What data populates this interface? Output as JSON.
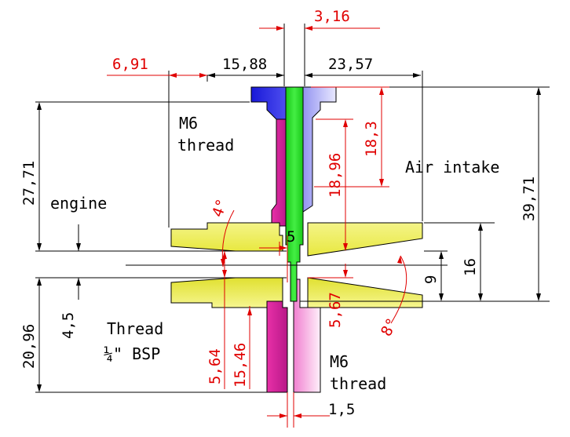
{
  "colors": {
    "cap": "#2020e0",
    "cap_light": "#b8b8f8",
    "stem": "#22dd22",
    "sleeve": "#e040b0",
    "sleeve_light": "#f4a8dc",
    "disc": "#f0f060",
    "dim_red": "#e00000",
    "line": "#000000"
  },
  "dims_top": {
    "d316": "3,16",
    "d691": "6,91",
    "d1588": "15,88",
    "d2357": "23,57"
  },
  "dims_left": {
    "d2771": "27,71",
    "d2096": "20,96",
    "d45": "4,5"
  },
  "dims_right": {
    "d3971": "39,71",
    "d16": "16",
    "d9": "9"
  },
  "dims_inner": {
    "d183": "18,3",
    "d1896": "18,96",
    "d567": "5,67",
    "d564": "5,64",
    "d1546": "15,46",
    "d15": "1,5",
    "d5": "5",
    "a4": "4°",
    "a8": "8°"
  },
  "notes": {
    "m6_top_line1": "M6",
    "m6_top_line2": "thread",
    "engine": "engine",
    "air_intake": "Air intake",
    "thread_line1": "Thread",
    "thread_line2": "¼\" BSP",
    "m6_bottom_line1": "M6",
    "m6_bottom_line2": "thread"
  }
}
